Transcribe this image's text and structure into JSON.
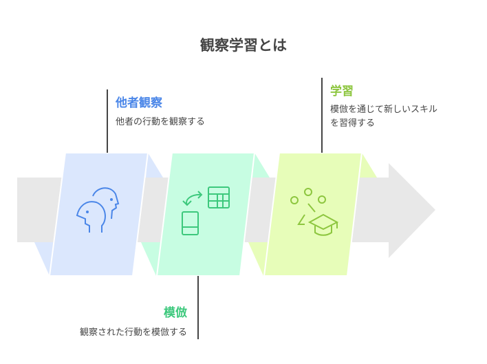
{
  "title": "観察学習とは",
  "steps": [
    {
      "heading": "他者観察",
      "description": "他者の行動を観察する",
      "color": "#4a86e8",
      "fill": "#dbe7fd",
      "icon": "people-heads-icon"
    },
    {
      "heading": "模倣",
      "description": "観察された行動を模倣する",
      "color": "#3cc87c",
      "fill": "#c7fde2",
      "icon": "device-transfer-icon"
    },
    {
      "heading": "学習",
      "description_lines": [
        "模倣を通じて新しいスキル",
        "を習得する"
      ],
      "color": "#8dc63f",
      "fill": "#e7fdb9",
      "icon": "learning-cap-icon"
    }
  ]
}
